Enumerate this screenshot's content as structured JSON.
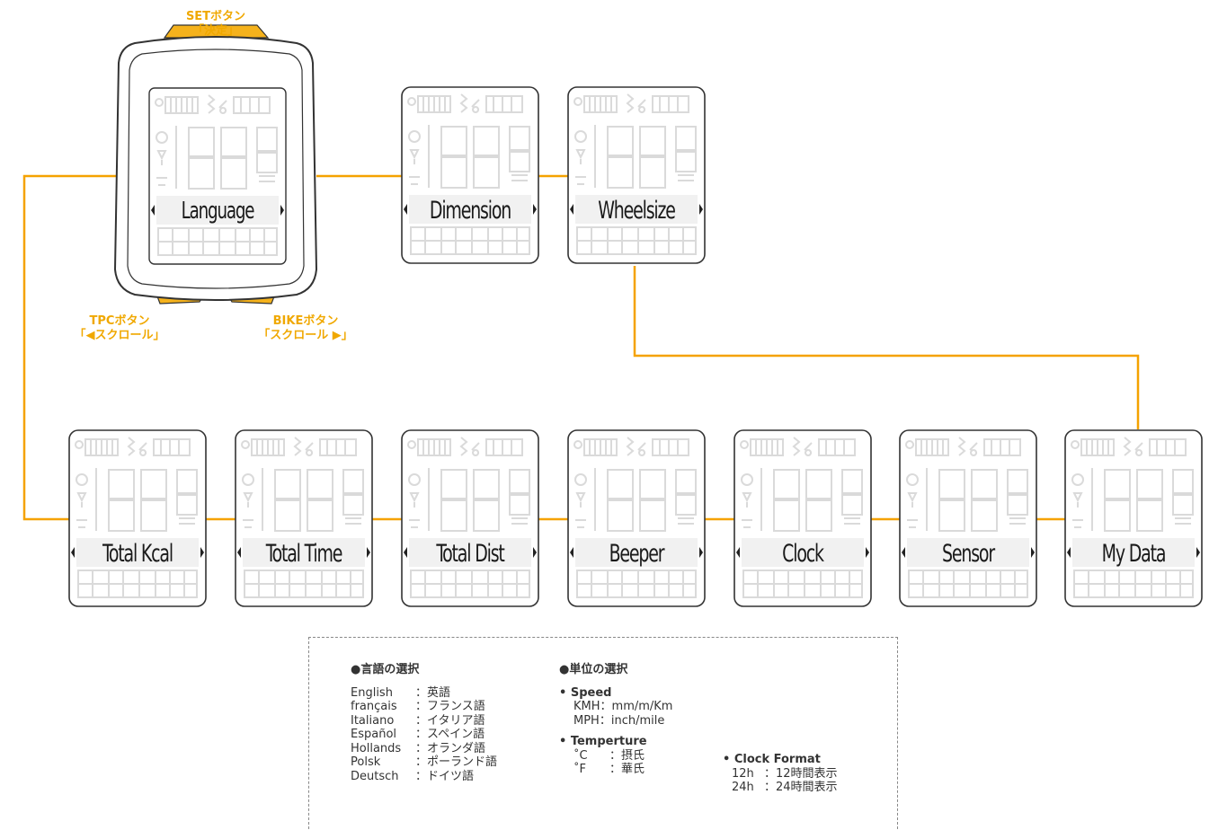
{
  "buttons": {
    "set": {
      "name": "SETボタン",
      "action": "「決定」"
    },
    "tpc": {
      "name": "TPCボタン",
      "action": "「◀スクロール」"
    },
    "bike": {
      "name": "BIKEボタン",
      "action": "「スクロール ▶」"
    }
  },
  "screens": [
    {
      "label": "Language"
    },
    {
      "label": "Dimension"
    },
    {
      "label": "Wheelsize"
    },
    {
      "label": "My Data"
    },
    {
      "label": "Sensor"
    },
    {
      "label": "Clock"
    },
    {
      "label": "Beeper"
    },
    {
      "label": "Total Dist"
    },
    {
      "label": "Total Time"
    },
    {
      "label": "Total Kcal"
    }
  ],
  "legend": {
    "language": {
      "title": "●言語の選択",
      "items": [
        {
          "key": "English",
          "value": "：英語"
        },
        {
          "key": "français",
          "value": "：フランス語"
        },
        {
          "key": "Italiano",
          "value": "：イタリア語"
        },
        {
          "key": "Español",
          "value": "：スペイン語"
        },
        {
          "key": "Hollands",
          "value": "：オランダ語"
        },
        {
          "key": "Polsk",
          "value": "：ポーランド語"
        },
        {
          "key": "Deutsch",
          "value": "：ドイツ語"
        }
      ]
    },
    "units": {
      "title": "●単位の選択",
      "speed": {
        "title": "• Speed",
        "items": [
          {
            "key": "KMH",
            "value": "：mm/m/Km"
          },
          {
            "key": "MPH",
            "value": "：inch/mile"
          }
        ]
      },
      "temperature": {
        "title": "• Temperture",
        "items": [
          {
            "key": "˚C",
            "value": "：摂氏"
          },
          {
            "key": "˚F",
            "value": "：華氏"
          }
        ]
      },
      "clock": {
        "title": "• Clock Format",
        "items": [
          {
            "key": "12h",
            "value": "：12時間表示"
          },
          {
            "key": "24h",
            "value": "：24時間表示"
          }
        ]
      }
    }
  },
  "colors": {
    "connector": "#f5a200",
    "accent_text": "#f0a800",
    "lcd_ghost": "#d8d8d8",
    "outline": "#333333"
  }
}
